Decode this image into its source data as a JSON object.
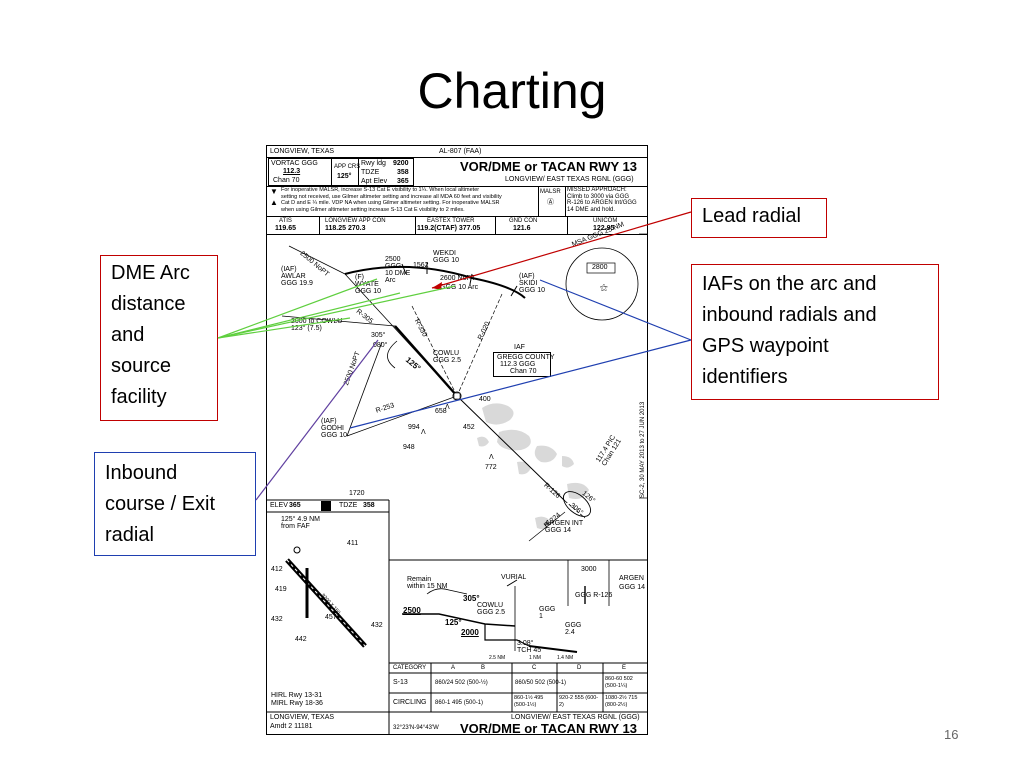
{
  "slide": {
    "title": "Charting",
    "page_number": "16"
  },
  "callouts": {
    "lead_radial": "Lead radial",
    "dme_arc": [
      "DME Arc",
      "distance",
      "and",
      "source",
      "facility"
    ],
    "iafs": [
      "IAFs on the arc and",
      "inbound radials and",
      "GPS waypoint",
      "identifiers"
    ],
    "inbound": [
      "Inbound",
      "course / Exit",
      "radial"
    ]
  },
  "colors": {
    "red_callout": "#c00000",
    "blue_callout": "#1f3fb0",
    "green_line": "#5fcf3f",
    "purple_line": "#6040a0"
  },
  "plate": {
    "location": "LONGVIEW, TEXAS",
    "al_number": "AL-807 (FAA)",
    "procedure": "VOR/DME or TACAN RWY 13",
    "airport": "LONGVIEW/ EAST TEXAS RGNL (GGG)",
    "vortac_label": "VORTAC GGG",
    "vortac_freq": "112.3",
    "vortac_chan": "Chan 70",
    "app_crs_label": "APP CRS",
    "app_crs": "125°",
    "rwy_ldg_label": "Rwy ldg",
    "rwy_ldg": "9200",
    "tdze_label": "TDZE",
    "tdze": "358",
    "apt_elev_label": "Apt Elev",
    "apt_elev": "365",
    "notes": [
      "For inoperative MALSR, increase S-13 Cat E visibility to 1¼. When local altimeter",
      "setting not received, use Gilmer altimeter setting and increase all MDA 60 feet and visibility",
      "Cat D and E ¼ mile. VDP NA when using Gilmer altimeter setting. For inoperative MALSR",
      "when using Gilmer altimeter setting increase S-13 Cat E visibility to 2 miles."
    ],
    "malsr": "MALSR",
    "missed_approach": [
      "MISSED APPROACH:",
      "Climb to 3000 via GGG",
      "R-126 to ARGEN Int/GGG",
      "14 DME and hold."
    ],
    "comms": [
      {
        "label": "ATIS",
        "freq": "119.65"
      },
      {
        "label": "LONGVIEW APP CON",
        "freq": "118.25  270.3"
      },
      {
        "label": "EASTEX TOWER",
        "freq": "119.2(CTAF)  377.05"
      },
      {
        "label": "GND CON",
        "freq": "121.6"
      },
      {
        "label": "UNICOM",
        "freq": "122.95"
      }
    ],
    "plan": {
      "awlar": [
        "(IAF)",
        "AWLAR",
        "GGG 19.9"
      ],
      "wyate": [
        "(F)",
        "WYATE",
        "GGG 10"
      ],
      "wekdi": [
        "WEKDI",
        "GGG 10"
      ],
      "skidi": [
        "(IAF)",
        "SKIDI",
        "GGG 10"
      ],
      "godhi": [
        "(IAF)",
        "GODHI",
        "GGG 10"
      ],
      "cowlu": [
        "COWLU",
        "GGG 2.5"
      ],
      "gregg": [
        "IAF",
        "GREGG COUNTY",
        "112.3 GGG",
        "Chan 70"
      ],
      "argen": [
        "ARGEN INT",
        "GGG 14"
      ],
      "arc_2500_ggg10": [
        "2500",
        "GGG",
        "10 DME",
        "Arc"
      ],
      "arc_2600": [
        "2600 NoPT",
        "GGG 10 Arc"
      ],
      "alt_1562": "1562",
      "leg_2000_cowlu": [
        "2000 to COWLU",
        "123° (7.5)"
      ],
      "leg_2500_nopt_awlar": "2500 NoPT",
      "leg_2500_nopt_godhi": "2500 NoPT",
      "r305": "R-305",
      "r330": "R-330",
      "r020": "R-020",
      "r253": "R-253",
      "r126": "R-126",
      "r224": "R-224",
      "deg305": "305°",
      "deg125": "125°",
      "deg080": "080°",
      "deg126": "126°",
      "deg306": "306°",
      "rwy_deg": "125°",
      "msa_label": "MSA GGG 25 NM",
      "msa_alt": "2800",
      "hold_freq": [
        "117.4 PIC",
        "Chan 121"
      ],
      "spots": [
        "400",
        "658",
        "994",
        "452",
        "948",
        "772"
      ],
      "sc_note": "SC-2, 30 MAY 2013 to 27 JUN 2013"
    },
    "airport_box": {
      "elev_label": "ELEV",
      "elev": "365",
      "tdze_label": "TDZE",
      "tdze": "358",
      "alt1720": "1720",
      "note": [
        "125° 4.9 NM",
        "from FAF"
      ],
      "spots": [
        "411",
        "412",
        "419",
        "432",
        "457",
        "432",
        "442"
      ],
      "rwy_dims": "9200 X 150",
      "lights": [
        "HIRL Rwy 13-31",
        "MIRL Rwy 18-36"
      ]
    },
    "profile": {
      "remain": [
        "Remain",
        "within 15 NM"
      ],
      "vorial": "VURIAL",
      "hold_alt": "3000",
      "hold_radial": "GGG R-126",
      "argen": [
        "ARGEN",
        "GGG 14"
      ],
      "alt_2500": "2500",
      "alt_2000": "2000",
      "deg305": "305°",
      "deg125": "125°",
      "cowlu": [
        "COWLU",
        "GGG 2.5"
      ],
      "ggg1": [
        "GGG",
        "1"
      ],
      "ggg24": [
        "GGG",
        "2.4"
      ],
      "gs": [
        "3.08°",
        "TCH 45"
      ],
      "dist": [
        "2.5 NM",
        "1 NM",
        "1.4 NM"
      ]
    },
    "minima": {
      "headers": [
        "CATEGORY",
        "A",
        "B",
        "C",
        "D",
        "E"
      ],
      "rows": [
        {
          "label": "S-13",
          "cells": [
            "860/24  502 (500-½)",
            "",
            "860/50  502 (500-1)",
            "",
            "860-60 502 (500-1¼)"
          ]
        },
        {
          "label": "CIRCLING",
          "cells": [
            "860-1  495 (500-1)",
            "",
            "860-1½ 495 (500-1½)",
            "920-2 555 (600-2)",
            "1080-2½ 715 (800-2½)"
          ]
        }
      ]
    },
    "footer": {
      "location": "LONGVIEW, TEXAS",
      "amdt": "Amdt 2  11181",
      "coords": "32°23'N-94°43'W",
      "airport": "LONGVIEW/ EAST TEXAS RGNL (GGG)",
      "procedure": "VOR/DME or TACAN RWY 13"
    }
  }
}
